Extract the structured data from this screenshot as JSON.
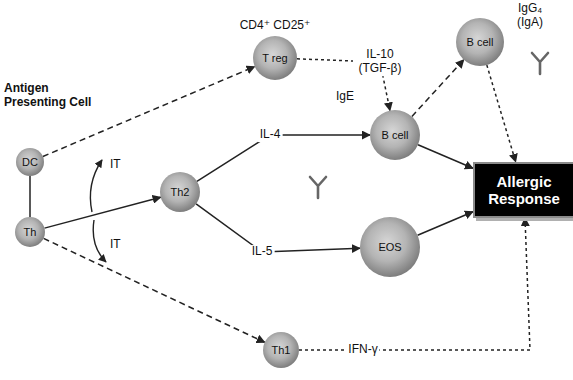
{
  "diagram": {
    "nodes": [
      {
        "text": [
          "DC"
        ]
      },
      {
        "text": [
          "Th"
        ]
      },
      {
        "text": [
          "CD4⁺ CD25⁺",
          "T reg"
        ]
      },
      {
        "text": [
          "Th2"
        ]
      },
      {
        "text": [
          "IgG₄ (IgA)",
          "B cell"
        ]
      },
      {
        "text": [
          "IgE",
          "B cell"
        ]
      },
      {
        "text": [
          "EOS"
        ]
      },
      {
        "text": [
          "Allergic Response"
        ]
      },
      {
        "text": [
          "Th1"
        ]
      }
    ],
    "edges": [
      {
        "from": 0,
        "to": 2,
        "arrow": "to"
      },
      {
        "from": 0,
        "to": 1,
        "arrow": "none"
      },
      {
        "from": 1,
        "to": 3,
        "arrow": "to"
      },
      {
        "from": 1,
        "to": 8,
        "arrow": "to"
      },
      {
        "from": 2,
        "to": 5,
        "label": "IL-10 (TGF-β)",
        "arrow": "to"
      },
      {
        "from": 3,
        "to": 5,
        "label": "IL-4",
        "arrow": "to"
      },
      {
        "from": 3,
        "to": 6,
        "label": "IL-5",
        "arrow": "to"
      },
      {
        "from": 5,
        "to": 4,
        "arrow": "to"
      },
      {
        "from": 5,
        "to": 7,
        "arrow": "to"
      },
      {
        "from": 6,
        "to": 7,
        "arrow": "to"
      },
      {
        "from": 4,
        "to": 7,
        "arrow": "to"
      },
      {
        "from": 8,
        "to": 7,
        "label": "IFN-γ",
        "arrow": "to"
      }
    ],
    "labels": [
      "Antigen Presenting Cell",
      "IT",
      "IT"
    ]
  }
}
